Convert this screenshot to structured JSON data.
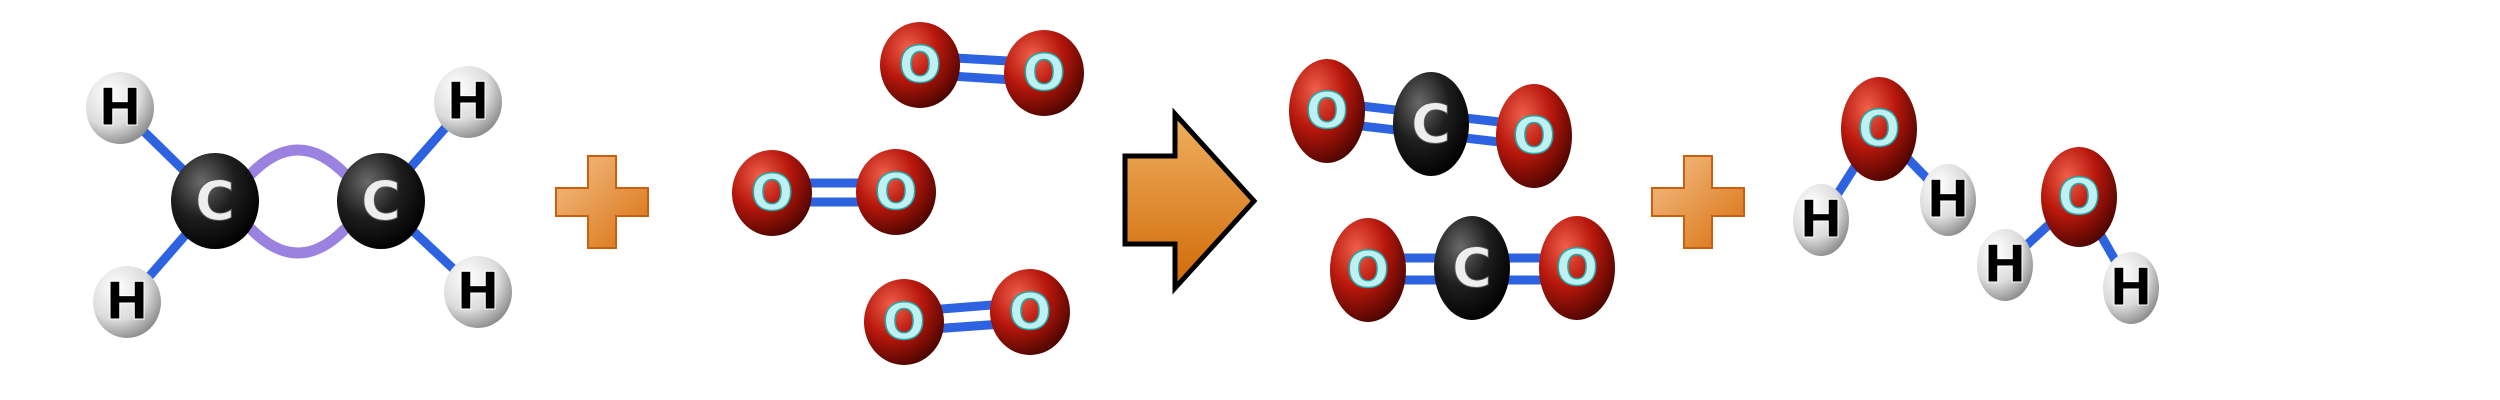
{
  "title": "Combustion of ethylene",
  "colors": {
    "hydrogen": "#e8e8e8",
    "carbon": "#1a1a1a",
    "oxygen": "#b8170c",
    "bond": "#2d63e0",
    "double_bond_ethylene": "#9c82e0",
    "operator": "#e8892a"
  },
  "reactants": {
    "ethylene": {
      "atoms": [
        "H",
        "H",
        "C",
        "C",
        "H",
        "H"
      ]
    },
    "plus": "+",
    "oxygen_molecules": [
      {
        "atoms": [
          "O",
          "O"
        ]
      },
      {
        "atoms": [
          "O",
          "O"
        ]
      },
      {
        "atoms": [
          "O",
          "O"
        ]
      }
    ]
  },
  "arrow": "right-arrow-icon",
  "products": {
    "carbon_dioxide": [
      {
        "atoms": [
          "O",
          "C",
          "O"
        ]
      },
      {
        "atoms": [
          "O",
          "C",
          "O"
        ]
      }
    ],
    "plus": "+",
    "water": [
      {
        "atoms": [
          "O",
          "H",
          "H"
        ]
      },
      {
        "atoms": [
          "O",
          "H",
          "H"
        ]
      }
    ]
  }
}
